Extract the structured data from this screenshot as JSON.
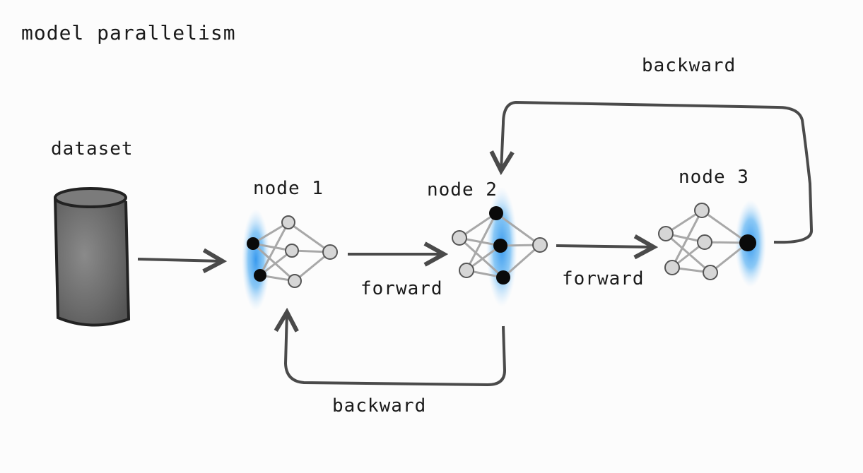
{
  "title": "model parallelism",
  "dataset": {
    "label": "dataset"
  },
  "nodes": [
    {
      "label": "node 1"
    },
    {
      "label": "node 2"
    },
    {
      "label": "node 3"
    }
  ],
  "arrows": {
    "forward_1": "forward",
    "forward_2": "forward",
    "backward_top": "backward",
    "backward_bottom": "backward"
  },
  "colors": {
    "highlight": "#3aa0f0",
    "active_neuron": "#0a0a0a",
    "inactive_neuron": "#d6d6d6",
    "edge": "#a8a8a8",
    "arrow": "#4a4a4a",
    "cylinder": "#6f6f6f"
  }
}
